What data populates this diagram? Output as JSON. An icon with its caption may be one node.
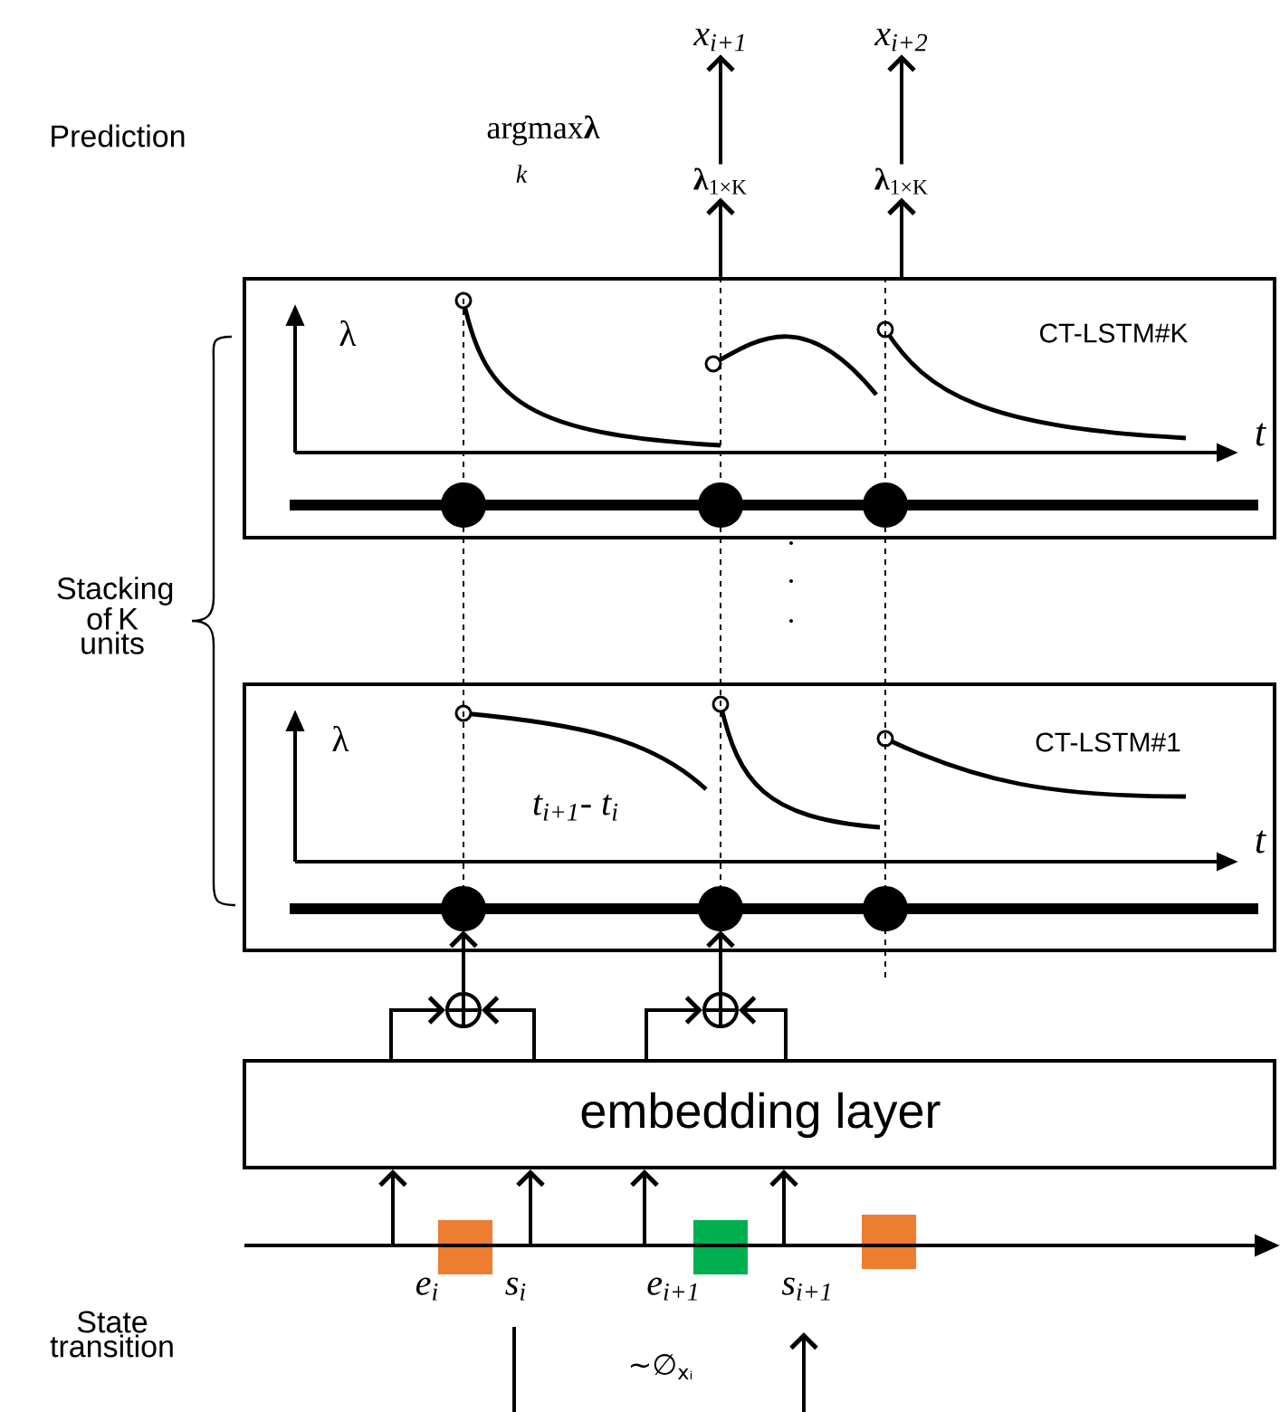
{
  "diagram": {
    "nodes": [
      {
        "text": [
          "CT-LSTM#K"
        ]
      },
      {
        "text": [
          "CT-LSTM#1"
        ]
      },
      {
        "text": [
          "embedding layer"
        ]
      },
      {
        "text": [
          "x$_{i+1}$"
        ]
      },
      {
        "text": [
          "**λ**$_{1×K}$"
        ]
      },
      {
        "text": [
          "x$_{i+2}$"
        ]
      },
      {
        "text": [
          "**λ**$_{1×K}$"
        ]
      },
      {
        "text": [],
        "shape": "circle"
      },
      {
        "text": [],
        "shape": "circle"
      },
      {
        "text": [],
        "shape": "box"
      },
      {
        "text": [],
        "shape": "box"
      },
      {
        "text": [],
        "shape": "box"
      }
    ],
    "edges": [
      {
        "from": 0,
        "to": 4,
        "arrow": "to"
      },
      {
        "from": 4,
        "to": 3,
        "arrow": "to"
      },
      {
        "from": 0,
        "to": 6,
        "arrow": "to"
      },
      {
        "from": 6,
        "to": 5,
        "arrow": "to"
      },
      {
        "from": 7,
        "to": 1,
        "arrow": "to"
      },
      {
        "from": 8,
        "to": 1,
        "arrow": "to"
      },
      {
        "from": 2,
        "to": 7,
        "arrow": "to"
      },
      {
        "from": 2,
        "to": 7,
        "arrow": "to"
      },
      {
        "from": 2,
        "to": 8,
        "arrow": "to"
      },
      {
        "from": 2,
        "to": 8,
        "arrow": "to"
      },
      {
        "from": null,
        "to": 2,
        "arrow": "to"
      },
      {
        "from": null,
        "to": 2,
        "arrow": "to"
      },
      {
        "from": null,
        "to": 2,
        "arrow": "to"
      },
      {
        "from": null,
        "to": 2,
        "arrow": "to"
      },
      {
        "from": 0,
        "to": 1,
        "arrow": "none",
        "style": "dashed"
      },
      {
        "from": 0,
        "to": 1,
        "arrow": "none",
        "style": "dashed"
      },
      {
        "from": 0,
        "to": 1,
        "arrow": "none",
        "style": "dashed"
      }
    ],
    "labels": [
      "Prediction",
      "argmax**λ**",
      "k",
      "λ",
      "t",
      "λ",
      "t",
      "t$_{i+1}$- t$_{i}$",
      "Stacking of K units",
      "State transition",
      "e$_{i}$",
      "s$_{i}$",
      "e$_{i+1}$",
      "s$_{i+1}$",
      "~∅$_{xᵢ}$"
    ]
  }
}
